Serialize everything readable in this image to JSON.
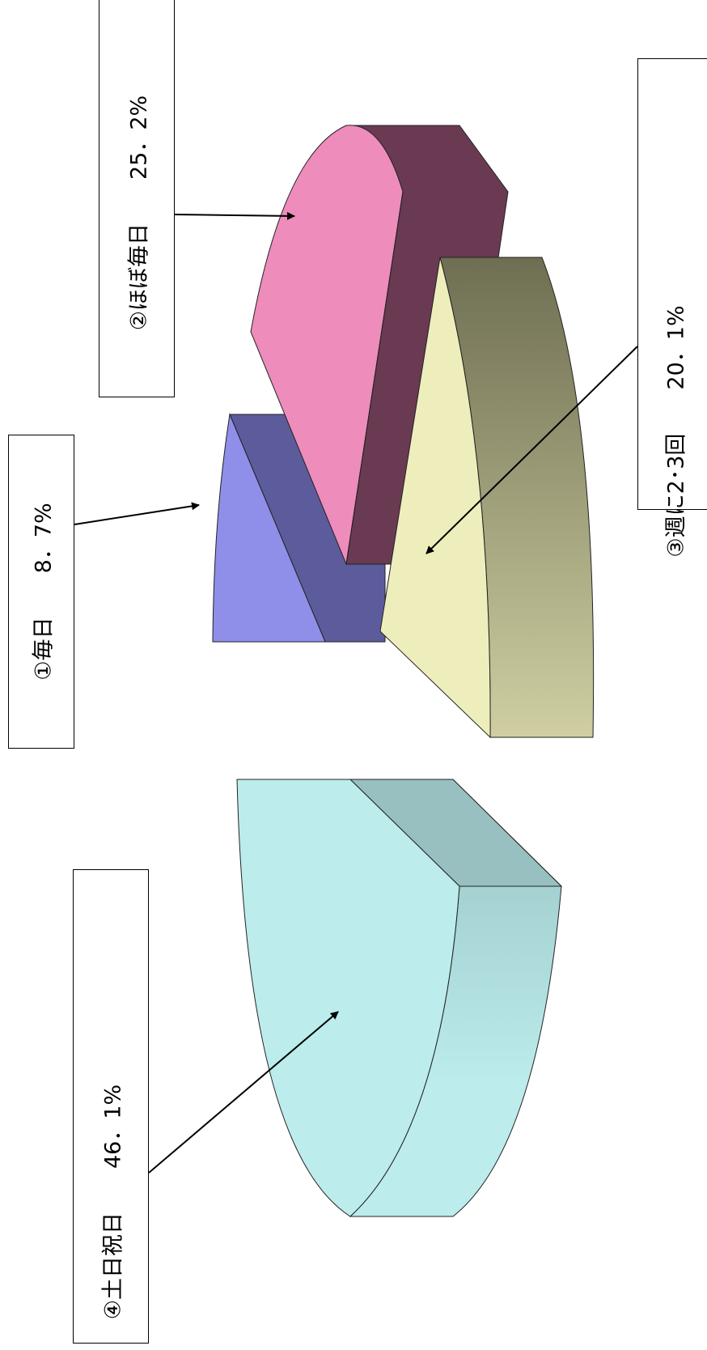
{
  "chart_data": {
    "type": "pie",
    "style": "3d-exploded",
    "orientation": "rotated-90-ccw",
    "slices": [
      {
        "label": "①毎日",
        "value": 8.7,
        "value_text": "8．7%",
        "color": "#8f8fea",
        "side_color": "#5c5c9c"
      },
      {
        "label": "②ほぼ毎日",
        "value": 25.2,
        "value_text": "25．2%",
        "color": "#ee8cbc",
        "side_color": "#6a3a52"
      },
      {
        "label": "③週に2･3回",
        "value": 20.1,
        "value_text": "20．1%",
        "color": "#eeeebc",
        "side_color": "#7a7a5a"
      },
      {
        "label": "④土日祝日",
        "value": 46.1,
        "value_text": "46．1%",
        "color": "#bcecec",
        "side_color": "#98c0c0"
      }
    ]
  }
}
